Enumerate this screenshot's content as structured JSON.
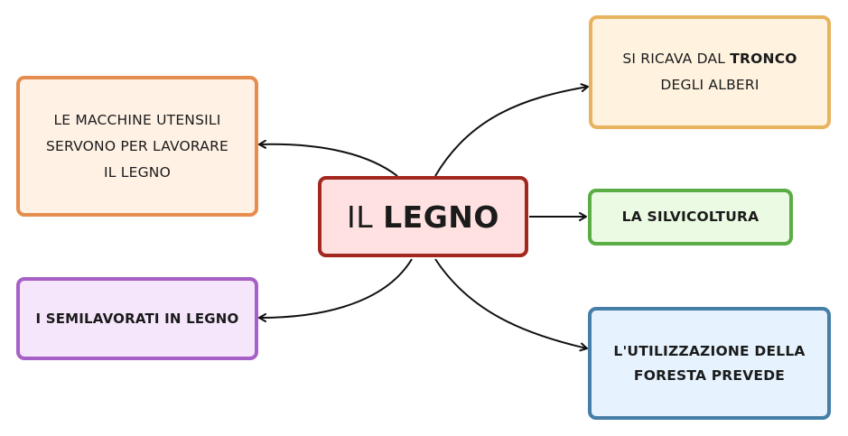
{
  "colors": {
    "center_border": "#a2271f",
    "center_fill": "#ffe1e1",
    "orange_border": "#e58d4f",
    "orange_fill": "#fff1e4",
    "purple_border": "#a760c6",
    "purple_fill": "#f5e6fc",
    "yellow_border": "#e8b35e",
    "yellow_fill": "#fff3e0",
    "green_border": "#5aad45",
    "green_fill": "#ebfbe3",
    "blue_border": "#457ea6",
    "blue_fill": "#e6f3ff",
    "edge": "#111111"
  },
  "center": {
    "prefix": "IL ",
    "bold": "LEGNO"
  },
  "nodes": {
    "left_top": {
      "lines": [
        "LE MACCHINE UTENSILI",
        "SERVONO PER LAVORARE",
        "IL LEGNO"
      ]
    },
    "left_bottom": {
      "text": "I SEMILAVORATI IN LEGNO"
    },
    "right_top": {
      "line1_prefix": "SI RICAVA DAL ",
      "line1_bold": "TRONCO",
      "line2": "DEGLI ALBERI"
    },
    "right_mid": {
      "text": "LA SILVICOLTURA"
    },
    "right_bottom": {
      "lines": [
        "L'UTILIZZAZIONE DELLA",
        "FORESTA PREVEDE"
      ]
    }
  }
}
